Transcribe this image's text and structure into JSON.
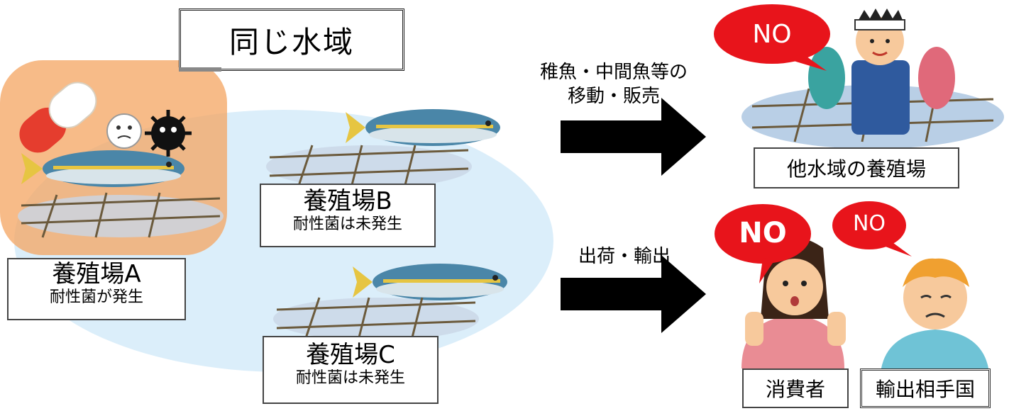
{
  "title": "同じ水域",
  "farm_a": {
    "name": "養殖場A",
    "status": "耐性菌が発生"
  },
  "farm_b": {
    "name": "養殖場B",
    "status": "耐性菌は未発生"
  },
  "farm_c": {
    "name": "養殖場C",
    "status": "耐性菌は未発生"
  },
  "arrow_top": {
    "line1": "稚魚・中間魚等の",
    "line2": "移動・販売"
  },
  "arrow_bottom": {
    "label": "出荷・輸出"
  },
  "other_farm": {
    "label": "他水域の養殖場",
    "bubble": "NO"
  },
  "consumer": {
    "label": "消費者",
    "bubble": "NO"
  },
  "export_partner": {
    "label": "輸出相手国",
    "bubble": "NO"
  },
  "colors": {
    "water": "#dbeefa",
    "danger_glow": "#f4a460",
    "bubble_red": "#e8141b",
    "fish_blue": "#4a86a8",
    "fish_yellow": "#e6c542"
  }
}
